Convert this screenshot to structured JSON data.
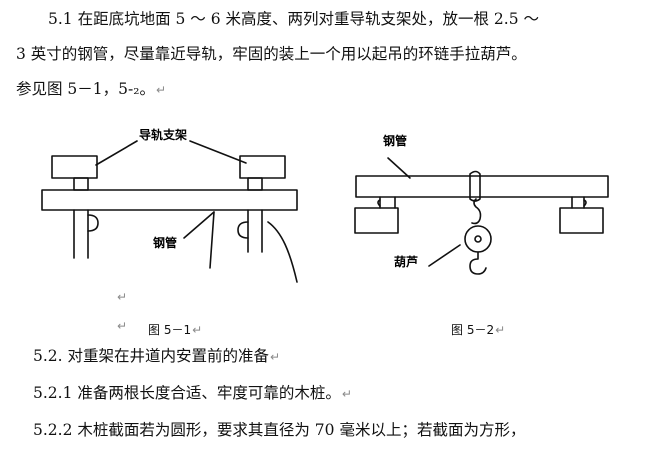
{
  "paragraphs": {
    "p51_line1": "5.1 在距底坑地面 5 ～ 6 米高度、两列对重导轨支架处，放一根 2.5 ～",
    "p51_line2": "3 英寸的钢管，尽量靠近导轨，牢固的装上一个用以起吊的环链手拉葫芦。",
    "p51_line3": "参见图 5－1，5-₂。",
    "p52": "5.2. 对重架在井道内安置前的准备",
    "p521": "5.2.1  准备两根长度合适、牢度可靠的木桩。",
    "p522": "5.2.2 木桩截面若为圆形，要求其直径为 70 毫米以上；若截面为方形，"
  },
  "paragraph_mark": "↵",
  "figures": {
    "fig1": {
      "label_rail_bracket": "导轨支架",
      "label_pipe": "钢管",
      "caption": "图 5－1"
    },
    "fig2": {
      "label_pipe": "钢管",
      "label_hoist": "葫芦",
      "caption": "图 5－2"
    }
  }
}
